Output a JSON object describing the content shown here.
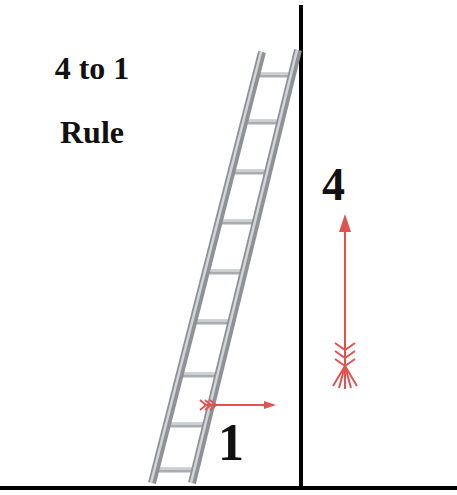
{
  "diagram": {
    "title": "4 to 1 Rule",
    "labels": [
      "4",
      "1"
    ]
  }
}
